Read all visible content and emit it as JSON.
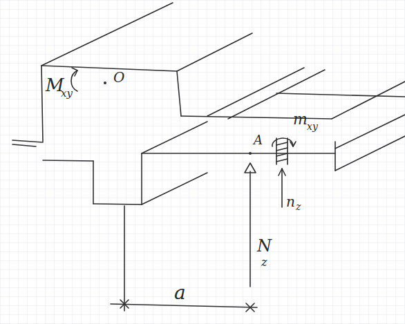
{
  "diagram": {
    "labels": [
      "M",
      "xy",
      "O",
      "A",
      "m",
      "xy",
      "n",
      "z",
      "N",
      "z",
      "a"
    ]
  }
}
